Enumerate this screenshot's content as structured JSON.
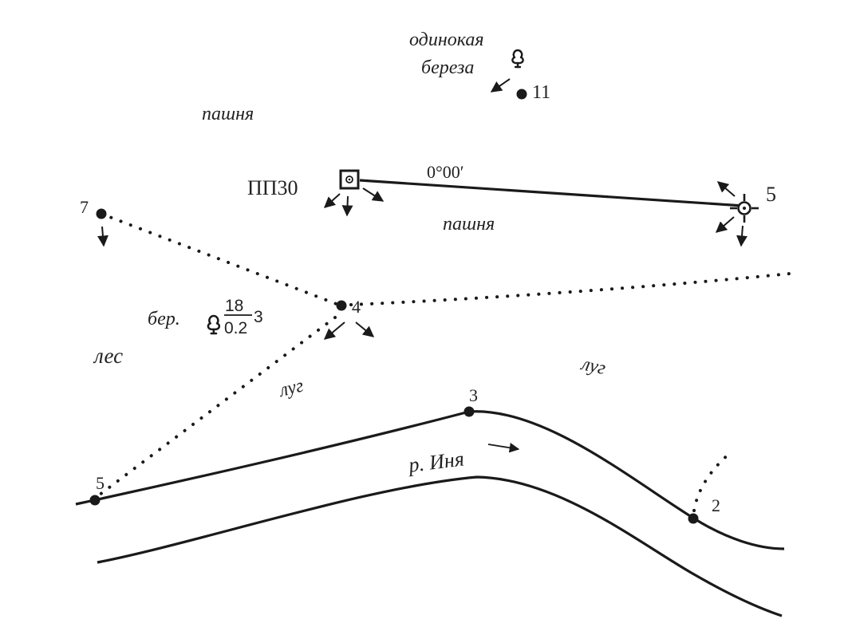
{
  "colors": {
    "ink": "#1a1a1a",
    "background": "#ffffff"
  },
  "labels": {
    "lonely_birch_line1": "одинокая",
    "lonely_birch_line2": "береза",
    "field_north": "пашня",
    "field_center": "пашня",
    "forest": "лес",
    "meadow_west": "луг",
    "meadow_east": "луг",
    "river": "р. Иня",
    "birch_abbrev": "бер.",
    "birch_height": "18",
    "birch_diameter": "0.2",
    "birch_spacing": "3"
  },
  "control_point": {
    "name": "ПП30",
    "azimuth": "0°00′"
  },
  "points": {
    "p11": "11",
    "p5_orient": "5",
    "p7": "7",
    "p4": "4",
    "p3": "3",
    "p5_river": "5",
    "p2": "2"
  },
  "icons": [
    "tree-icon",
    "control-point-square-icon",
    "orientation-target-icon",
    "arrow-icon",
    "point-marker-icon"
  ]
}
